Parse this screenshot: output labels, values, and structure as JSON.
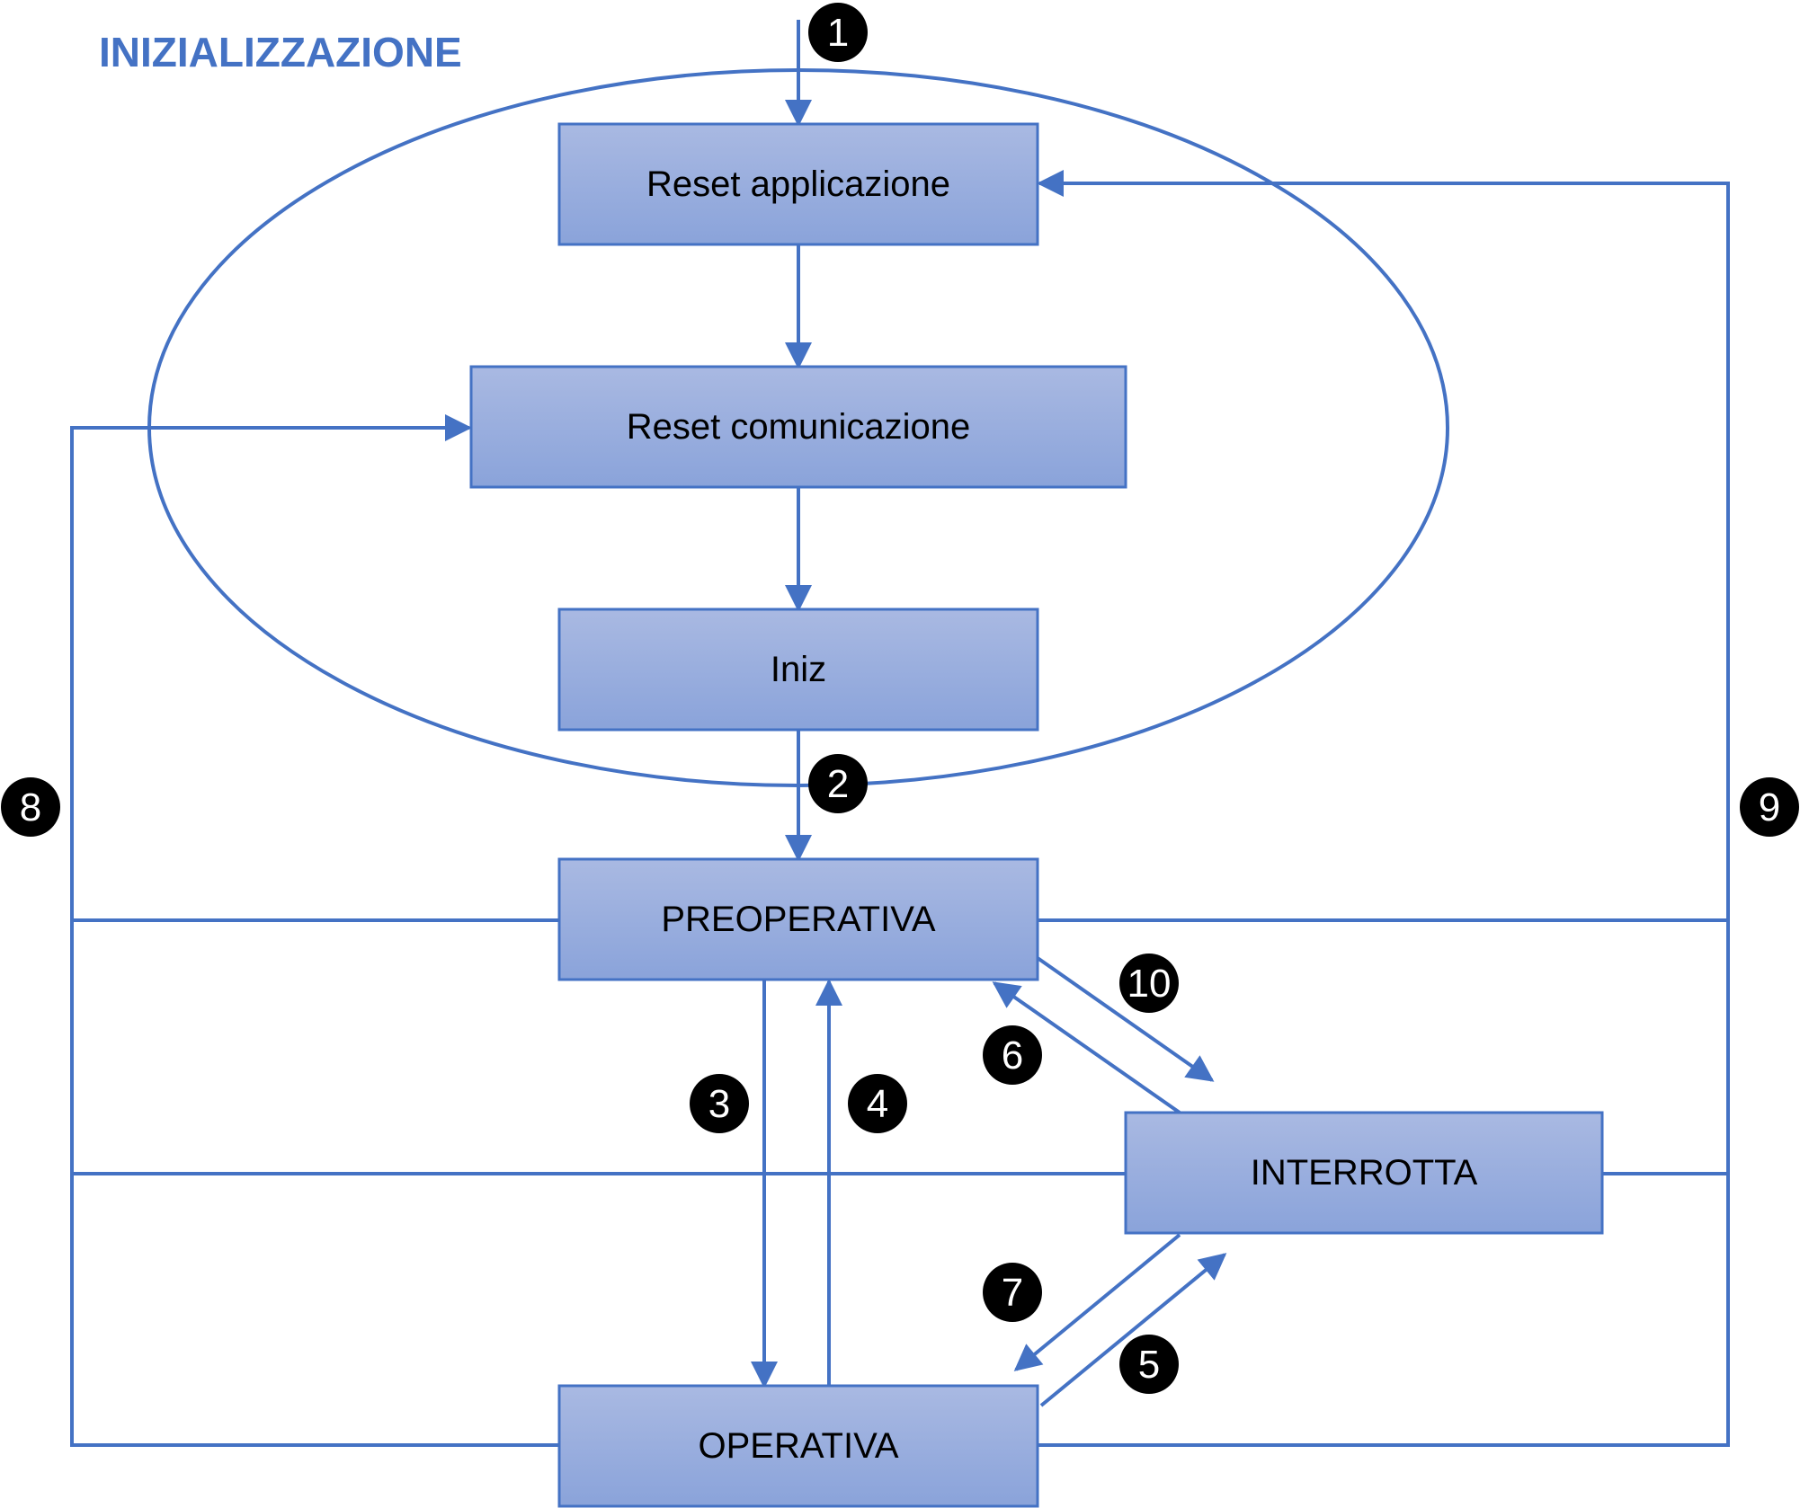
{
  "title": "INIZIALIZZAZIONE",
  "colors": {
    "line": "#4472C4",
    "title": "#4472C4",
    "box_top": "#A9B9E2",
    "box_bottom": "#8AA3DA",
    "box_border": "#4472C4",
    "badge": "#000000"
  },
  "states": {
    "reset_app": "Reset applicazione",
    "reset_comm": "Reset comunicazione",
    "iniz": "Iniz",
    "preoperativa": "PREOPERATIVA",
    "interrotta": "INTERROTTA",
    "operativa": "OPERATIVA"
  },
  "transitions": {
    "t1": "1",
    "t2": "2",
    "t3": "3",
    "t4": "4",
    "t5": "5",
    "t6": "6",
    "t7": "7",
    "t8": "8",
    "t9": "9",
    "t10": "10"
  }
}
